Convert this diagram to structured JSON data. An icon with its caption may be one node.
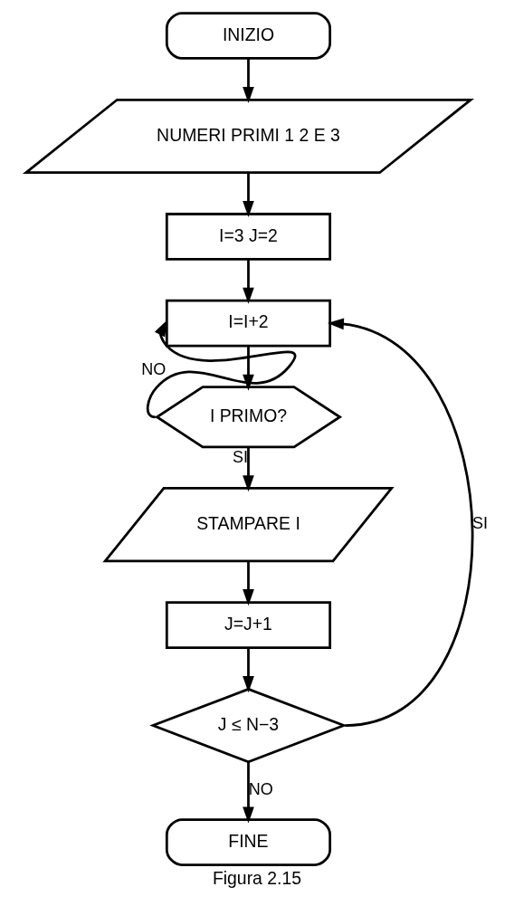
{
  "diagram": {
    "caption": "Figura 2.15",
    "nodes": [
      {
        "text": [
          "INIZIO"
        ]
      },
      {
        "text": [
          "NUMERI PRIMI 1 2 E 3"
        ]
      },
      {
        "text": [
          "I=3 J=2"
        ]
      },
      {
        "text": [
          "I=I+2"
        ]
      },
      {
        "text": [
          "I PRIMO?"
        ]
      },
      {
        "text": [
          "STAMPARE I"
        ]
      },
      {
        "text": [
          "J=J+1"
        ]
      },
      {
        "text": [
          "J ≤ N−3"
        ]
      },
      {
        "text": [
          "FINE"
        ]
      }
    ],
    "edges": [
      {
        "from": 0,
        "to": 1,
        "arrow": "to"
      },
      {
        "from": 1,
        "to": 2,
        "arrow": "to"
      },
      {
        "from": 2,
        "to": 3,
        "arrow": "to"
      },
      {
        "from": 3,
        "to": 4,
        "arrow": "to"
      },
      {
        "from": 4,
        "to": 3,
        "arrow": "to",
        "label": "NO"
      },
      {
        "from": 4,
        "to": 5,
        "arrow": "to",
        "label": "SI"
      },
      {
        "from": 5,
        "to": 6,
        "arrow": "to"
      },
      {
        "from": 6,
        "to": 7,
        "arrow": "to"
      },
      {
        "from": 7,
        "to": 3,
        "arrow": "to",
        "label": "SI"
      },
      {
        "from": 7,
        "to": 8,
        "arrow": "to",
        "label": "NO"
      }
    ]
  }
}
